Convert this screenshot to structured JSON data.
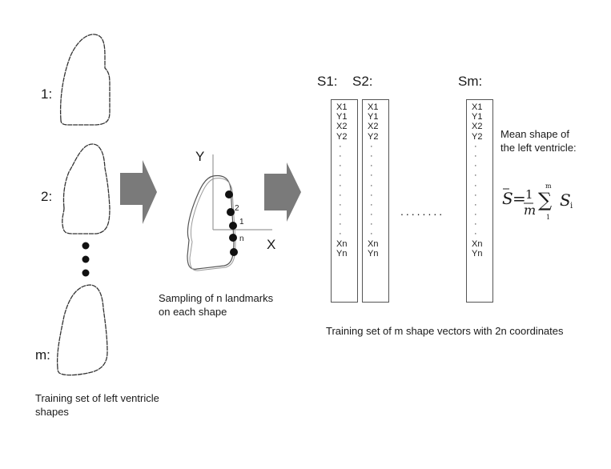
{
  "training_set": {
    "labels": [
      "1:",
      "2:",
      "m:"
    ],
    "caption": "Training set of left ventricle shapes"
  },
  "sampling": {
    "axis_y": "Y",
    "axis_x": "X",
    "landmark_labels": [
      "2",
      "1",
      "n"
    ],
    "caption_line1": "Sampling of n landmarks",
    "caption_line2": "on each shape"
  },
  "vectors": {
    "headers": [
      "S1:",
      "S2:",
      "Sm:"
    ],
    "entries_top": [
      "X1",
      "Y1",
      "X2",
      "Y2"
    ],
    "entries_bottom": [
      "Xn",
      "Yn"
    ],
    "ellipsis": "........",
    "caption": "Training set of m shape vectors with 2n coordinates"
  },
  "mean_shape": {
    "title_line1": "Mean shape of",
    "title_line2": "the left ventricle:",
    "formula": {
      "lhs": "S",
      "equals": "=",
      "numerator": "1",
      "denominator": "m",
      "sum_upper": "m",
      "sum_lower": "1",
      "sigma": "∑",
      "term": "S",
      "subscript": "i"
    }
  },
  "colors": {
    "arrow": "#7a7a7a",
    "outline": "#333333",
    "axis": "#9a9a9a"
  }
}
